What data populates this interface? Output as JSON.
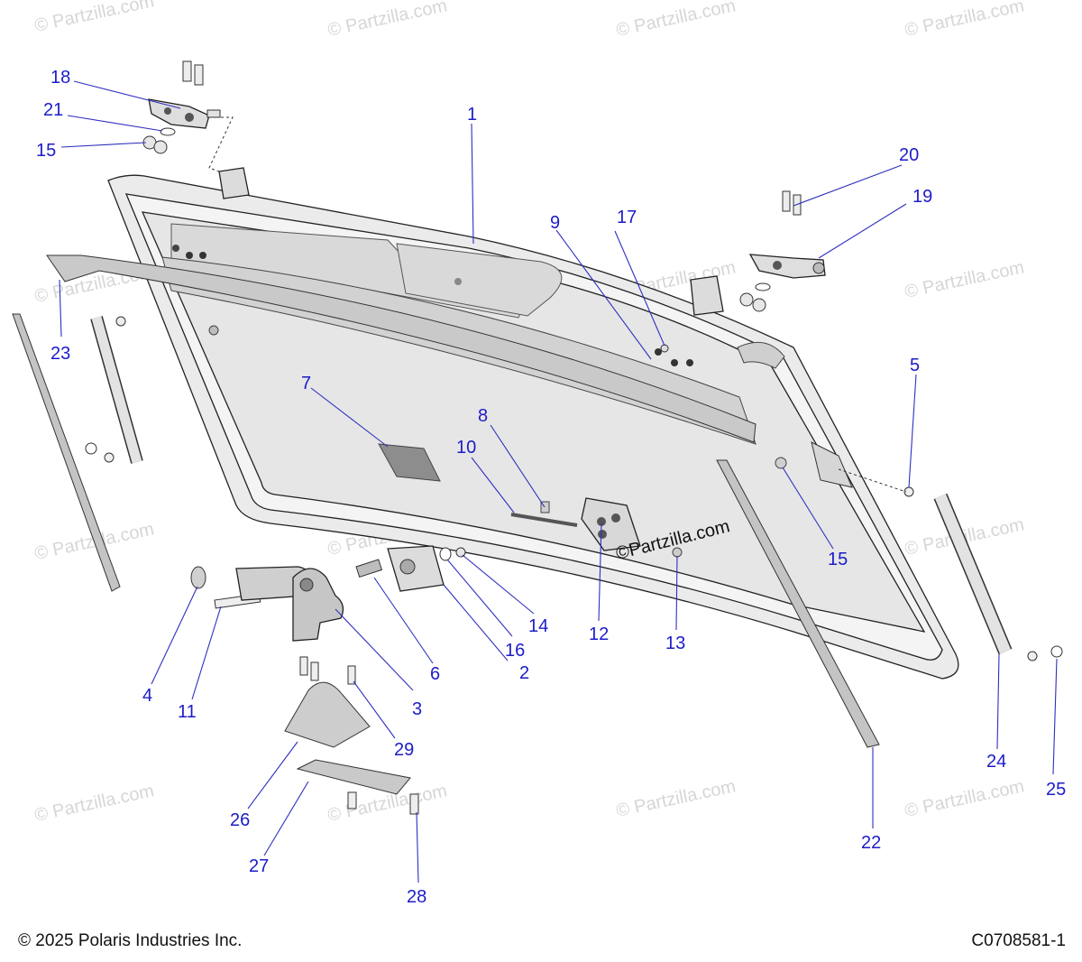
{
  "watermark": {
    "text": "© Partzilla.com",
    "stamp": "©Partzilla.com"
  },
  "callouts": [
    {
      "id": "c1",
      "label": "1"
    },
    {
      "id": "c2",
      "label": "2"
    },
    {
      "id": "c3",
      "label": "3"
    },
    {
      "id": "c4",
      "label": "4"
    },
    {
      "id": "c5",
      "label": "5"
    },
    {
      "id": "c6",
      "label": "6"
    },
    {
      "id": "c7",
      "label": "7"
    },
    {
      "id": "c8",
      "label": "8"
    },
    {
      "id": "c9",
      "label": "9"
    },
    {
      "id": "c10",
      "label": "10"
    },
    {
      "id": "c11",
      "label": "11"
    },
    {
      "id": "c12",
      "label": "12"
    },
    {
      "id": "c13",
      "label": "13"
    },
    {
      "id": "c14",
      "label": "14"
    },
    {
      "id": "c15a",
      "label": "15"
    },
    {
      "id": "c15b",
      "label": "15"
    },
    {
      "id": "c16",
      "label": "16"
    },
    {
      "id": "c17",
      "label": "17"
    },
    {
      "id": "c18",
      "label": "18"
    },
    {
      "id": "c19",
      "label": "19"
    },
    {
      "id": "c20",
      "label": "20"
    },
    {
      "id": "c21",
      "label": "21"
    },
    {
      "id": "c22",
      "label": "22"
    },
    {
      "id": "c23",
      "label": "23"
    },
    {
      "id": "c24",
      "label": "24"
    },
    {
      "id": "c25",
      "label": "25"
    },
    {
      "id": "c26",
      "label": "26"
    },
    {
      "id": "c27",
      "label": "27"
    },
    {
      "id": "c28",
      "label": "28"
    },
    {
      "id": "c29",
      "label": "29"
    }
  ],
  "footer": {
    "copyright": "© 2025 Polaris Industries Inc.",
    "drawing_id": "C0708581-1"
  }
}
